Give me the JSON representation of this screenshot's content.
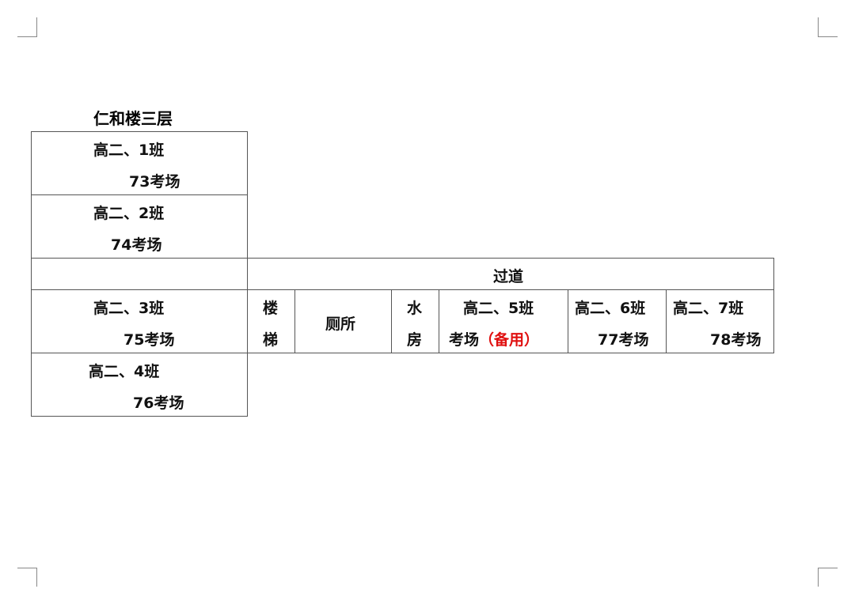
{
  "title": "仁和楼三层",
  "rooms": [
    {
      "class": "高二、1班",
      "exam": "73考场"
    },
    {
      "class": "高二、2班",
      "exam": "74考场"
    },
    {
      "class": "高二、3班",
      "exam": "75考场"
    },
    {
      "class": "高二、4班",
      "exam": "76考场"
    }
  ],
  "corridor": "过道",
  "stairs": [
    "楼",
    "梯"
  ],
  "toilet": "厕所",
  "water": [
    "水",
    "房"
  ],
  "room5": {
    "class": "高二、5班",
    "exam": "考场",
    "note": "（备用）"
  },
  "room6": {
    "class": "高二、6班",
    "exam": "77考场"
  },
  "room7": {
    "class": "高二、7班",
    "exam": "78考场"
  },
  "colors": {
    "note": "#e01010"
  }
}
